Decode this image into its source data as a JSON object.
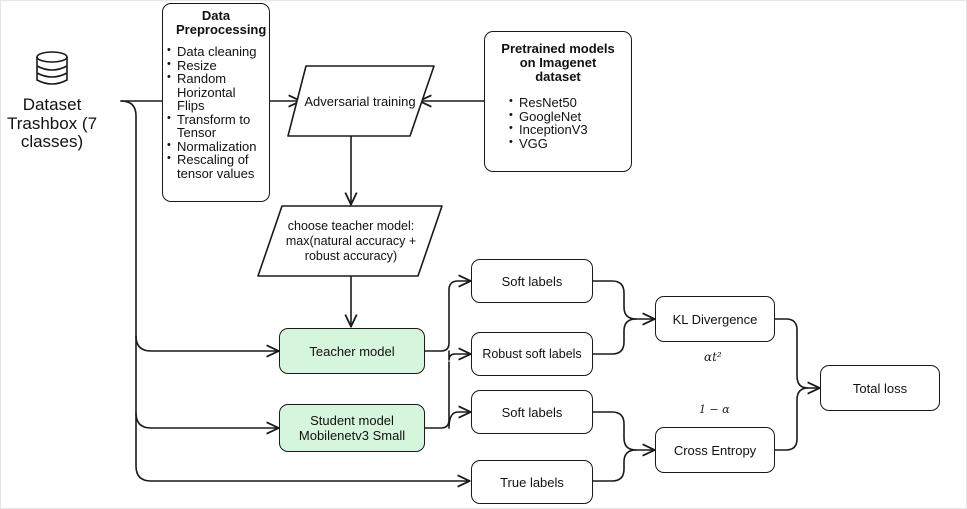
{
  "dataset": {
    "label": "Dataset Trashbox (7 classes)",
    "icon": "database-icon"
  },
  "preprocessing": {
    "title": "Data Preprocessing",
    "items": [
      "Data cleaning",
      "Resize",
      "Random Horizontal Flips",
      "Transform to Tensor",
      "Normalization",
      "Rescaling of tensor values"
    ]
  },
  "pretrained": {
    "title": "Pretrained models on Imagenet dataset",
    "items": [
      "ResNet50",
      "GoogleNet",
      "InceptionV3",
      "VGG"
    ]
  },
  "adversarial": {
    "label": "Adversarial training"
  },
  "choose_teacher": {
    "label": "choose teacher model: max(natural accuracy + robust accuracy)"
  },
  "teacher": {
    "label": "Teacher model"
  },
  "student": {
    "label": "Student model Mobilenetv3 Small"
  },
  "labels": {
    "soft_top": "Soft labels",
    "robust_soft": "Robust soft labels",
    "soft_bottom": "Soft labels",
    "true": "True labels"
  },
  "losses": {
    "kl": "KL Divergence",
    "ce": "Cross Entropy",
    "total": "Total loss",
    "kl_weight": "αt²",
    "ce_weight": "1 − α"
  },
  "colors": {
    "model_fill": "#d5f5dc",
    "stroke": "#1a1a1a"
  }
}
